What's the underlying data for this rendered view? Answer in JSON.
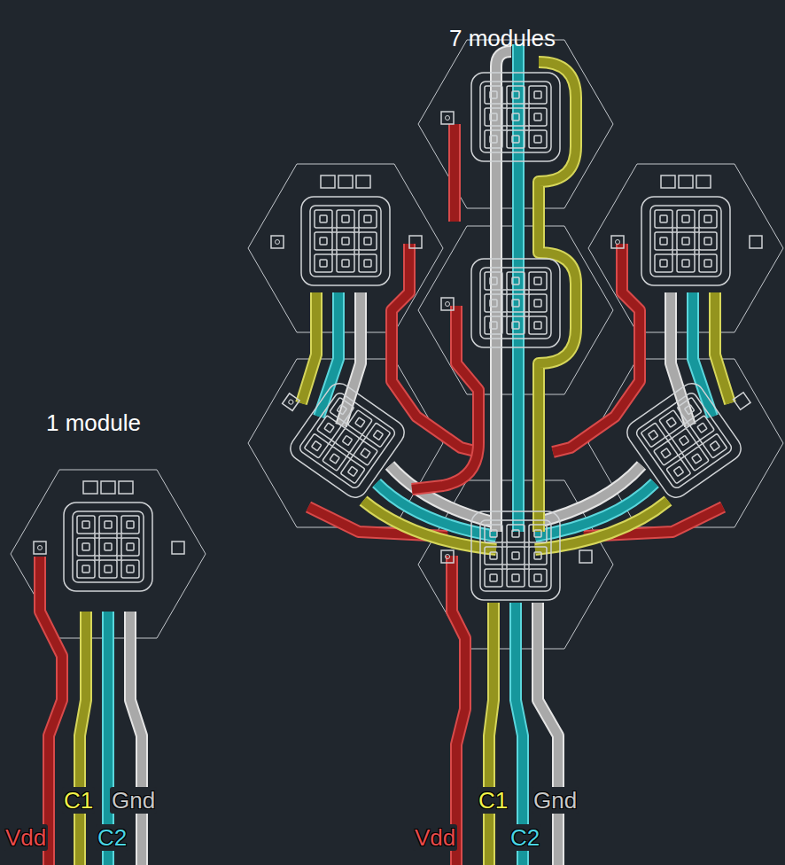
{
  "diagram": {
    "labels": [
      "7 modules",
      "1 module",
      "C1",
      "Gnd",
      "Vdd",
      "C2",
      "C1",
      "Gnd",
      "Vdd",
      "C2"
    ]
  }
}
